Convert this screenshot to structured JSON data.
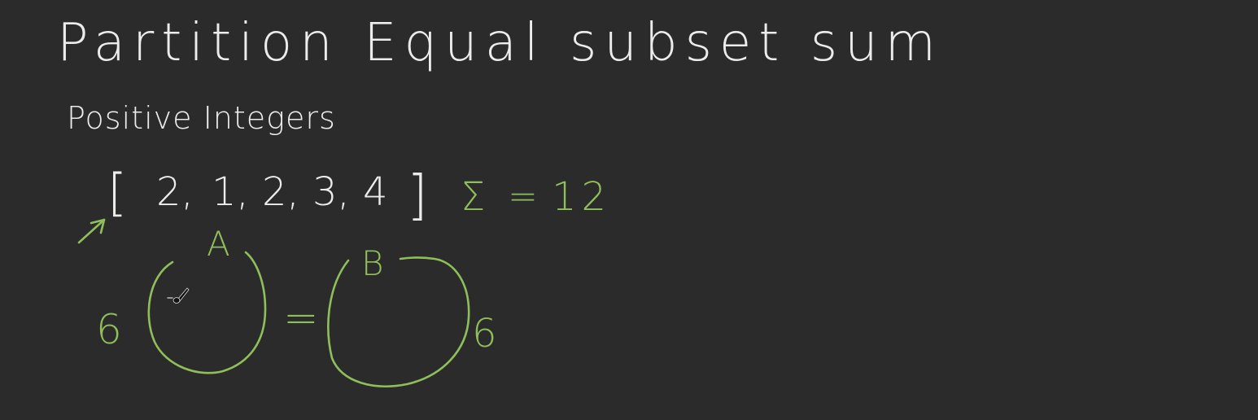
{
  "board": {
    "title": "Partition Equal subset sum",
    "subtitle": "Positive Integers",
    "array": {
      "open_bracket": "[",
      "values": [
        "2,",
        "1,",
        "2,",
        "3,",
        "4"
      ],
      "close_bracket": "]"
    },
    "sum": {
      "symbol": "Σ",
      "equals": "=",
      "value": "12"
    },
    "subsets": {
      "a_label": "A",
      "b_label": "B",
      "a_sum": "6",
      "b_sum": "6",
      "equals": "="
    }
  },
  "colors": {
    "background": "#2b2b2b",
    "ink_white": "#ececec",
    "ink_green": "#8fbf5a"
  },
  "icons": {
    "cursor": "brush-cursor-icon",
    "arrow": "pointer-arrow-icon"
  }
}
